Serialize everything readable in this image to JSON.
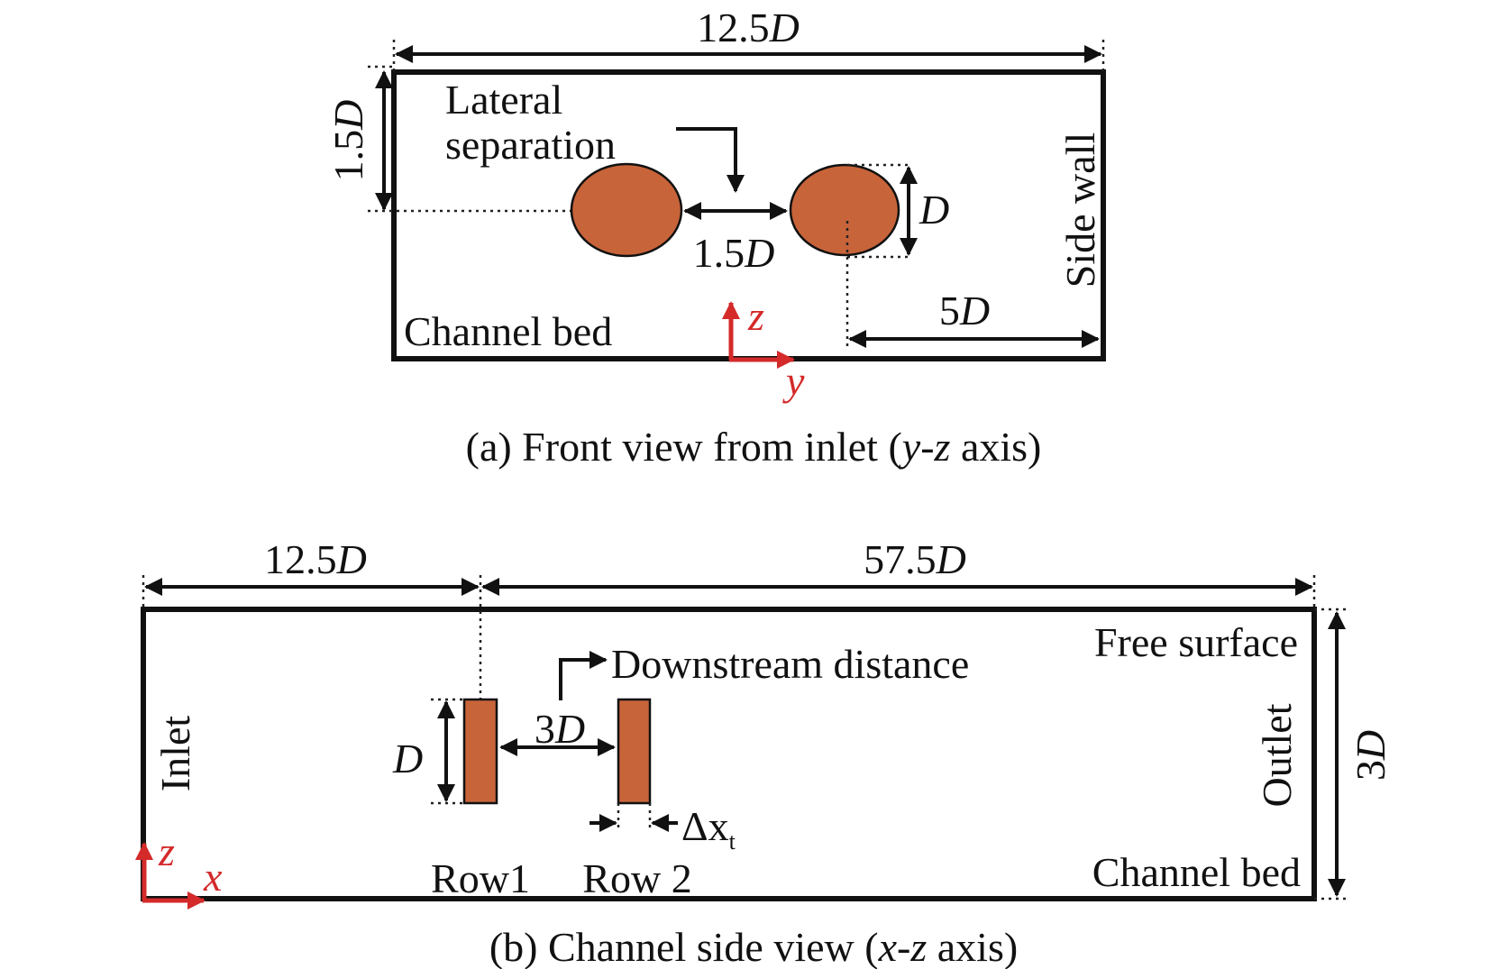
{
  "front_view": {
    "caption_a": "(a) Front view from inlet (",
    "caption_y": "y",
    "caption_dash": "-",
    "caption_z": "z",
    "caption_b": " axis)",
    "width_num": "12.5",
    "height_num": "1.5",
    "sep_num": "1.5",
    "diam": "D",
    "wall_num": "5",
    "unit": "D",
    "lateral_line1": "Lateral",
    "lateral_line2": "separation",
    "side_wall": "Side wall",
    "channel_bed": "Channel bed",
    "axis_z": "z",
    "axis_y": "y",
    "rotor_fill": "#c8643a"
  },
  "side_view": {
    "caption_a": "(b) Channel side view (",
    "caption_x": "x",
    "caption_dash": "-",
    "caption_z": "z",
    "caption_b": " axis)",
    "upstream_num": "12.5",
    "downstream_num": "57.5",
    "depth_num": "3",
    "spacing_num": "3",
    "diam": "D",
    "unit": "D",
    "downstream_label": "Downstream distance",
    "free_surface": "Free surface",
    "inlet": "Inlet",
    "outlet": "Outlet",
    "channel_bed": "Channel bed",
    "row1": "Row1",
    "row2": "Row 2",
    "delta": "Δx",
    "delta_sub": "t",
    "axis_z": "z",
    "axis_x": "x"
  }
}
